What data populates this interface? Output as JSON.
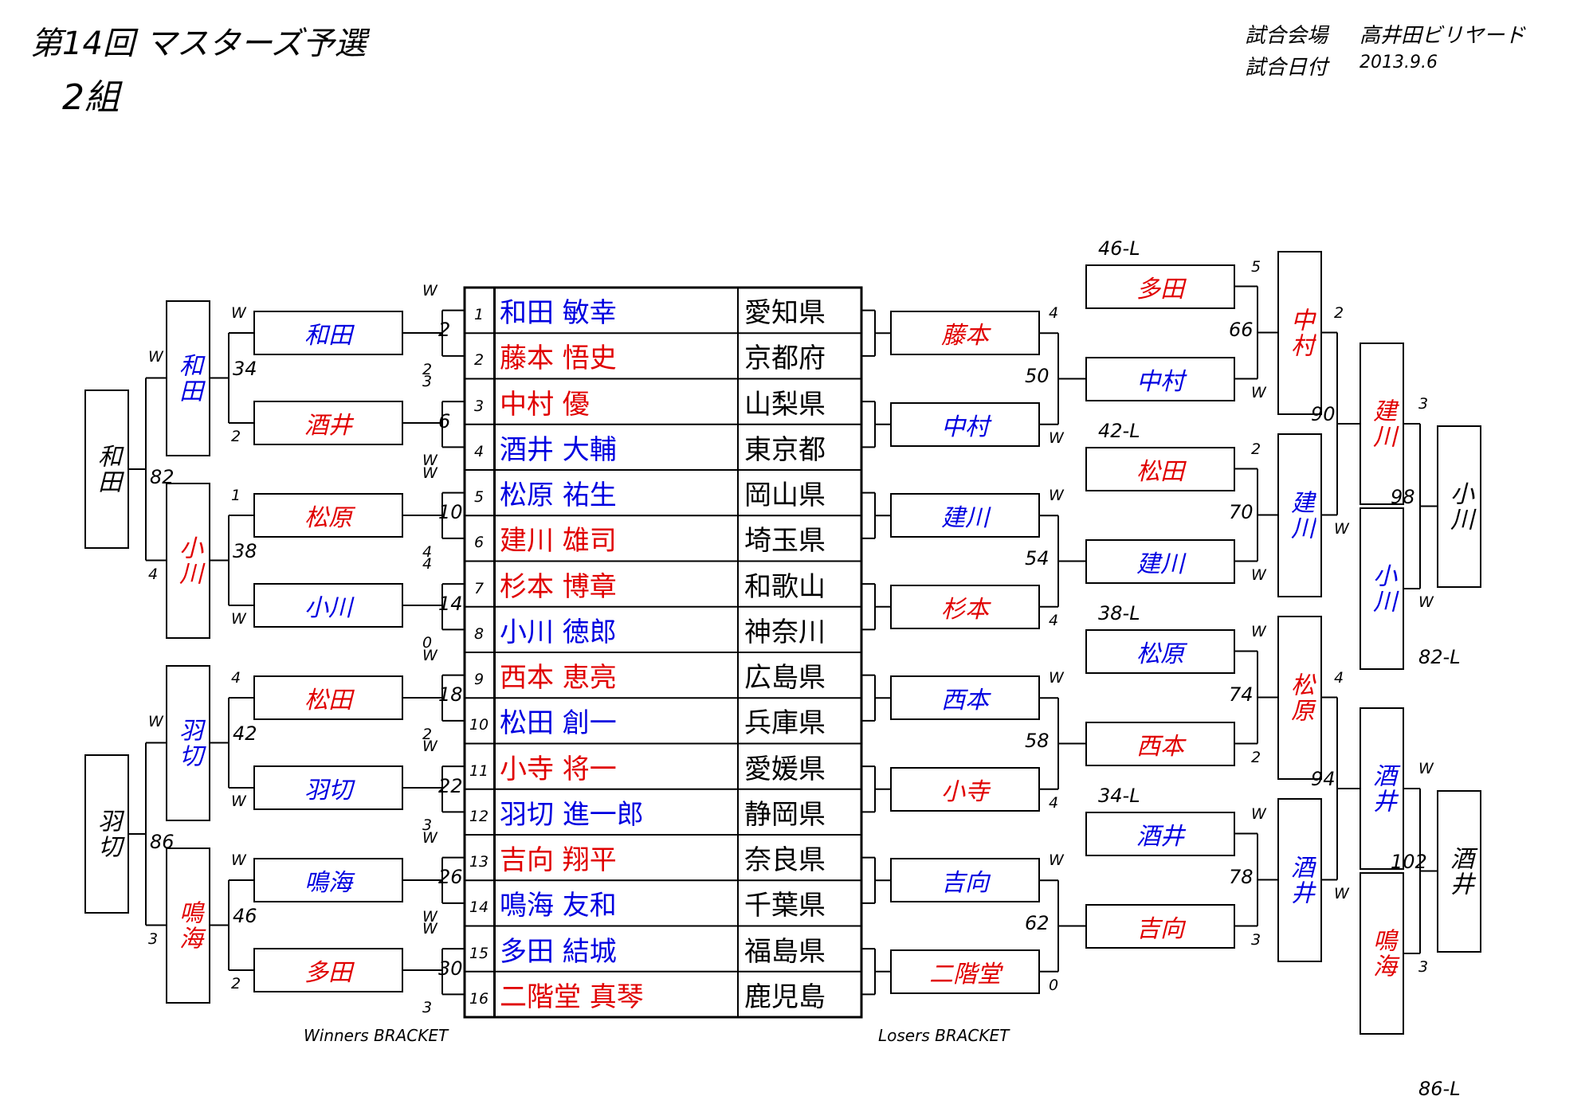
{
  "header": {
    "title": "第14回 マスターズ予選",
    "group": "2組",
    "venue_label": "試合会場",
    "venue": "高井田ビリヤード",
    "date_label": "試合日付",
    "date": "2013.9.6"
  },
  "players": [
    {
      "no": "1",
      "name": "和田 敏幸",
      "pref": "愛知県",
      "color": "blue"
    },
    {
      "no": "2",
      "name": "藤本 悟史",
      "pref": "京都府",
      "color": "red"
    },
    {
      "no": "3",
      "name": "中村 優",
      "pref": "山梨県",
      "color": "red"
    },
    {
      "no": "4",
      "name": "酒井 大輔",
      "pref": "東京都",
      "color": "blue"
    },
    {
      "no": "5",
      "name": "松原 祐生",
      "pref": "岡山県",
      "color": "blue"
    },
    {
      "no": "6",
      "name": "建川 雄司",
      "pref": "埼玉県",
      "color": "red"
    },
    {
      "no": "7",
      "name": "杉本 博章",
      "pref": "和歌山",
      "color": "red"
    },
    {
      "no": "8",
      "name": "小川 徳郎",
      "pref": "神奈川",
      "color": "blue"
    },
    {
      "no": "9",
      "name": "西本 恵亮",
      "pref": "広島県",
      "color": "red"
    },
    {
      "no": "10",
      "name": "松田 創一",
      "pref": "兵庫県",
      "color": "blue"
    },
    {
      "no": "11",
      "name": "小寺 将一",
      "pref": "愛媛県",
      "color": "red"
    },
    {
      "no": "12",
      "name": "羽切 進一郎",
      "pref": "静岡県",
      "color": "blue"
    },
    {
      "no": "13",
      "name": "吉向 翔平",
      "pref": "奈良県",
      "color": "red"
    },
    {
      "no": "14",
      "name": "鳴海 友和",
      "pref": "千葉県",
      "color": "blue"
    },
    {
      "no": "15",
      "name": "多田 結城",
      "pref": "福島県",
      "color": "blue"
    },
    {
      "no": "16",
      "name": "二階堂 真琴",
      "pref": "鹿児島",
      "color": "red"
    }
  ],
  "winners_bracket": {
    "label": "Winners BRACKET",
    "r1": [
      {
        "name": "和田",
        "color": "blue"
      },
      {
        "name": "酒井",
        "color": "red"
      },
      {
        "name": "松原",
        "color": "red"
      },
      {
        "name": "小川",
        "color": "blue"
      },
      {
        "name": "松田",
        "color": "red"
      },
      {
        "name": "羽切",
        "color": "blue"
      },
      {
        "name": "鳴海",
        "color": "blue"
      },
      {
        "name": "多田",
        "color": "red"
      }
    ],
    "r2": [
      {
        "name": "和田",
        "color": "blue"
      },
      {
        "name": "小川",
        "color": "red"
      },
      {
        "name": "羽切",
        "color": "blue"
      },
      {
        "name": "鳴海",
        "color": "red"
      }
    ],
    "r3": [
      {
        "name": "和田",
        "color": "blk"
      },
      {
        "name": "羽切",
        "color": "blk"
      }
    ],
    "match_nos_r1": [
      "2",
      "6",
      "10",
      "14",
      "18",
      "22",
      "26",
      "30"
    ],
    "match_nos_r2": [
      "34",
      "38",
      "42",
      "46"
    ],
    "match_nos_r3": [
      "82",
      "86"
    ],
    "scores_r1": [
      {
        "top": "W",
        "bot": "2"
      },
      {
        "top": "3",
        "bot": "W"
      },
      {
        "top": "W",
        "bot": "4"
      },
      {
        "top": "4",
        "bot": "0"
      },
      {
        "top": "W",
        "bot": "2"
      },
      {
        "top": "W",
        "bot": "3"
      },
      {
        "top": "W",
        "bot": "W"
      },
      {
        "top": "W",
        "bot": "3"
      }
    ],
    "scores_r2": [
      {
        "top": "W",
        "bot": "2"
      },
      {
        "top": "1",
        "bot": "W"
      },
      {
        "top": "4",
        "bot": "W"
      },
      {
        "top": "W",
        "bot": "2"
      }
    ],
    "scores_r3": [
      {
        "top": "W",
        "bot": "4"
      },
      {
        "top": "W",
        "bot": "3"
      }
    ]
  },
  "losers_bracket": {
    "label": "Losers BRACKET",
    "r1": [
      {
        "name": "藤本",
        "color": "red"
      },
      {
        "name": "中村",
        "color": "blue"
      },
      {
        "name": "建川",
        "color": "blue"
      },
      {
        "name": "杉本",
        "color": "red"
      },
      {
        "name": "西本",
        "color": "blue"
      },
      {
        "name": "小寺",
        "color": "red"
      },
      {
        "name": "吉向",
        "color": "blue"
      },
      {
        "name": "二階堂",
        "color": "red"
      }
    ],
    "r1_scores": [
      {
        "top": "4",
        "bot": "W"
      },
      {
        "top": "W",
        "bot": "4"
      },
      {
        "top": "W",
        "bot": "4"
      },
      {
        "top": "W",
        "bot": "0"
      }
    ],
    "r1_match_nos": [
      "50",
      "54",
      "58",
      "62"
    ],
    "r2_drop": [
      "46-L",
      "42-L",
      "38-L",
      "34-L"
    ],
    "r2": [
      {
        "name": "多田",
        "color": "red"
      },
      {
        "name": "中村",
        "color": "blue"
      },
      {
        "name": "松田",
        "color": "red"
      },
      {
        "name": "建川",
        "color": "blue"
      },
      {
        "name": "松原",
        "color": "blue"
      },
      {
        "name": "西本",
        "color": "red"
      },
      {
        "name": "酒井",
        "color": "blue"
      },
      {
        "name": "吉向",
        "color": "red"
      }
    ],
    "r2_scores": [
      {
        "top": "5",
        "bot": "W"
      },
      {
        "top": "2",
        "bot": "W"
      },
      {
        "top": "W",
        "bot": "2"
      },
      {
        "top": "W",
        "bot": "3"
      }
    ],
    "r2_match_nos": [
      "66",
      "70",
      "74",
      "78"
    ],
    "r3": [
      {
        "name": "中村",
        "color": "red"
      },
      {
        "name": "建川",
        "color": "blue"
      },
      {
        "name": "松原",
        "color": "red"
      },
      {
        "name": "酒井",
        "color": "blue"
      }
    ],
    "r3_scores": [
      {
        "top": "2",
        "bot": "W"
      },
      {
        "top": "4",
        "bot": "W"
      }
    ],
    "r3_match_nos": [
      "90",
      "94"
    ],
    "r4": [
      {
        "name": "建川",
        "color": "red"
      },
      {
        "name": "小川",
        "color": "blue"
      },
      {
        "name": "酒井",
        "color": "blue"
      },
      {
        "name": "鳴海",
        "color": "red"
      }
    ],
    "r4_drop": [
      "82-L",
      "86-L"
    ],
    "r4_scores": [
      {
        "top": "3",
        "bot": "W"
      },
      {
        "top": "W",
        "bot": "3"
      }
    ],
    "r4_match_nos": [
      "98",
      "102"
    ],
    "final": [
      {
        "name": "小川",
        "color": "blk"
      },
      {
        "name": "酒井",
        "color": "blk"
      }
    ]
  }
}
